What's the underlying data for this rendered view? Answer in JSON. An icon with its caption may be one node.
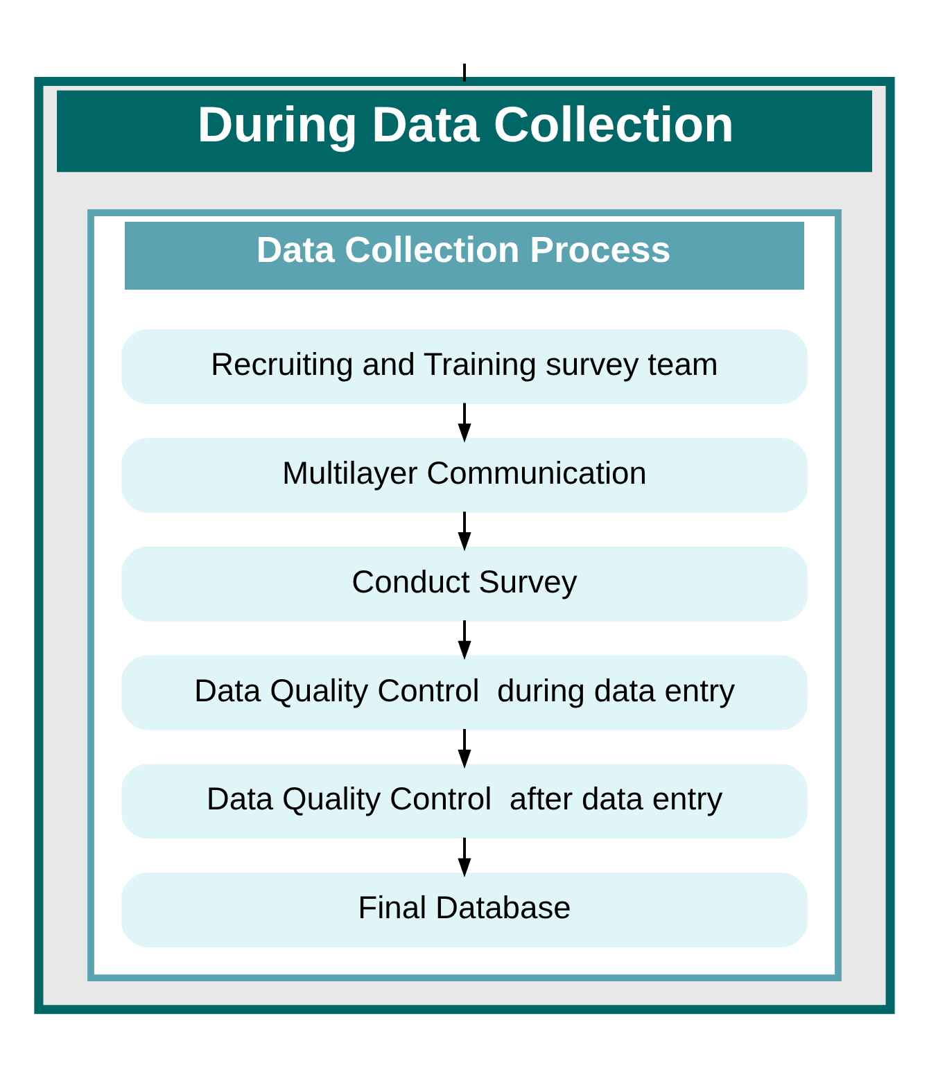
{
  "diagram": {
    "nodes": [
      {
        "text": [
          "During Data Collection"
        ]
      },
      {
        "text": [
          "Data Collection Process"
        ],
        "in": 0
      },
      {
        "text": [
          "Recruiting and Training survey team"
        ],
        "in": 1
      },
      {
        "text": [
          "Multilayer Communication"
        ],
        "in": 1
      },
      {
        "text": [
          "Conduct Survey"
        ],
        "in": 1
      },
      {
        "text": [
          "Data Quality Control  during data entry"
        ],
        "in": 1
      },
      {
        "text": [
          "Data Quality Control  after data entry"
        ],
        "in": 1
      },
      {
        "text": [
          "Final Database"
        ],
        "in": 1
      }
    ],
    "edges": [
      {
        "from": null,
        "to": 0,
        "arrow": "none"
      },
      {
        "from": 2,
        "to": 3,
        "arrow": "to"
      },
      {
        "from": 3,
        "to": 4,
        "arrow": "to"
      },
      {
        "from": 4,
        "to": 5,
        "arrow": "to"
      },
      {
        "from": 5,
        "to": 6,
        "arrow": "to"
      },
      {
        "from": 6,
        "to": 7,
        "arrow": "to"
      }
    ]
  }
}
